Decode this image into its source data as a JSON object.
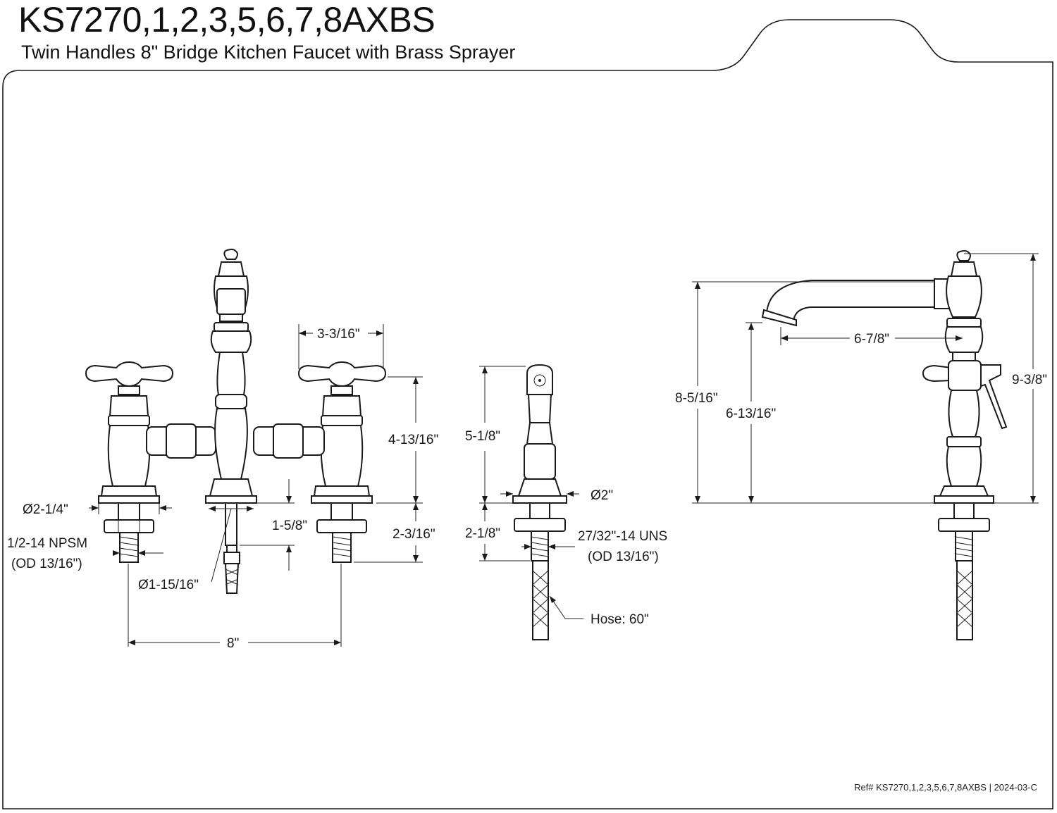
{
  "header": {
    "title": "KS7270,1,2,3,5,6,7,8AXBS",
    "subtitle": "Twin Handles 8\" Bridge Kitchen Faucet with Brass Sprayer"
  },
  "footer": {
    "reference": "Ref# KS7270,1,2,3,5,6,7,8AXBS | 2024-03-C"
  },
  "dimensions": {
    "handle_spacing_top": "3-3/16\"",
    "handle_height": "4-13/16\"",
    "base_diameter": "Ø2-1/4\"",
    "shank_length": "2-3/16\"",
    "supply_height": "1-5/8\"",
    "thread_spec_line1": "1/2-14 NPSM",
    "thread_spec_line2": "(OD 13/16\")",
    "outlet_diameter": "Ø1-15/16\"",
    "center_spacing": "8\"",
    "sprayer_height": "5-1/8\"",
    "sprayer_base_diameter": "Ø2\"",
    "sprayer_shank": "2-1/8\"",
    "sprayer_thread_line1": "27/32\"-14 UNS",
    "sprayer_thread_line2": "(OD 13/16\")",
    "hose_length": "Hose: 60\"",
    "spout_reach": "6-7/8\"",
    "overall_height": "9-3/8\"",
    "spout_top_height": "8-5/16\"",
    "spout_clearance": "6-13/16\""
  }
}
